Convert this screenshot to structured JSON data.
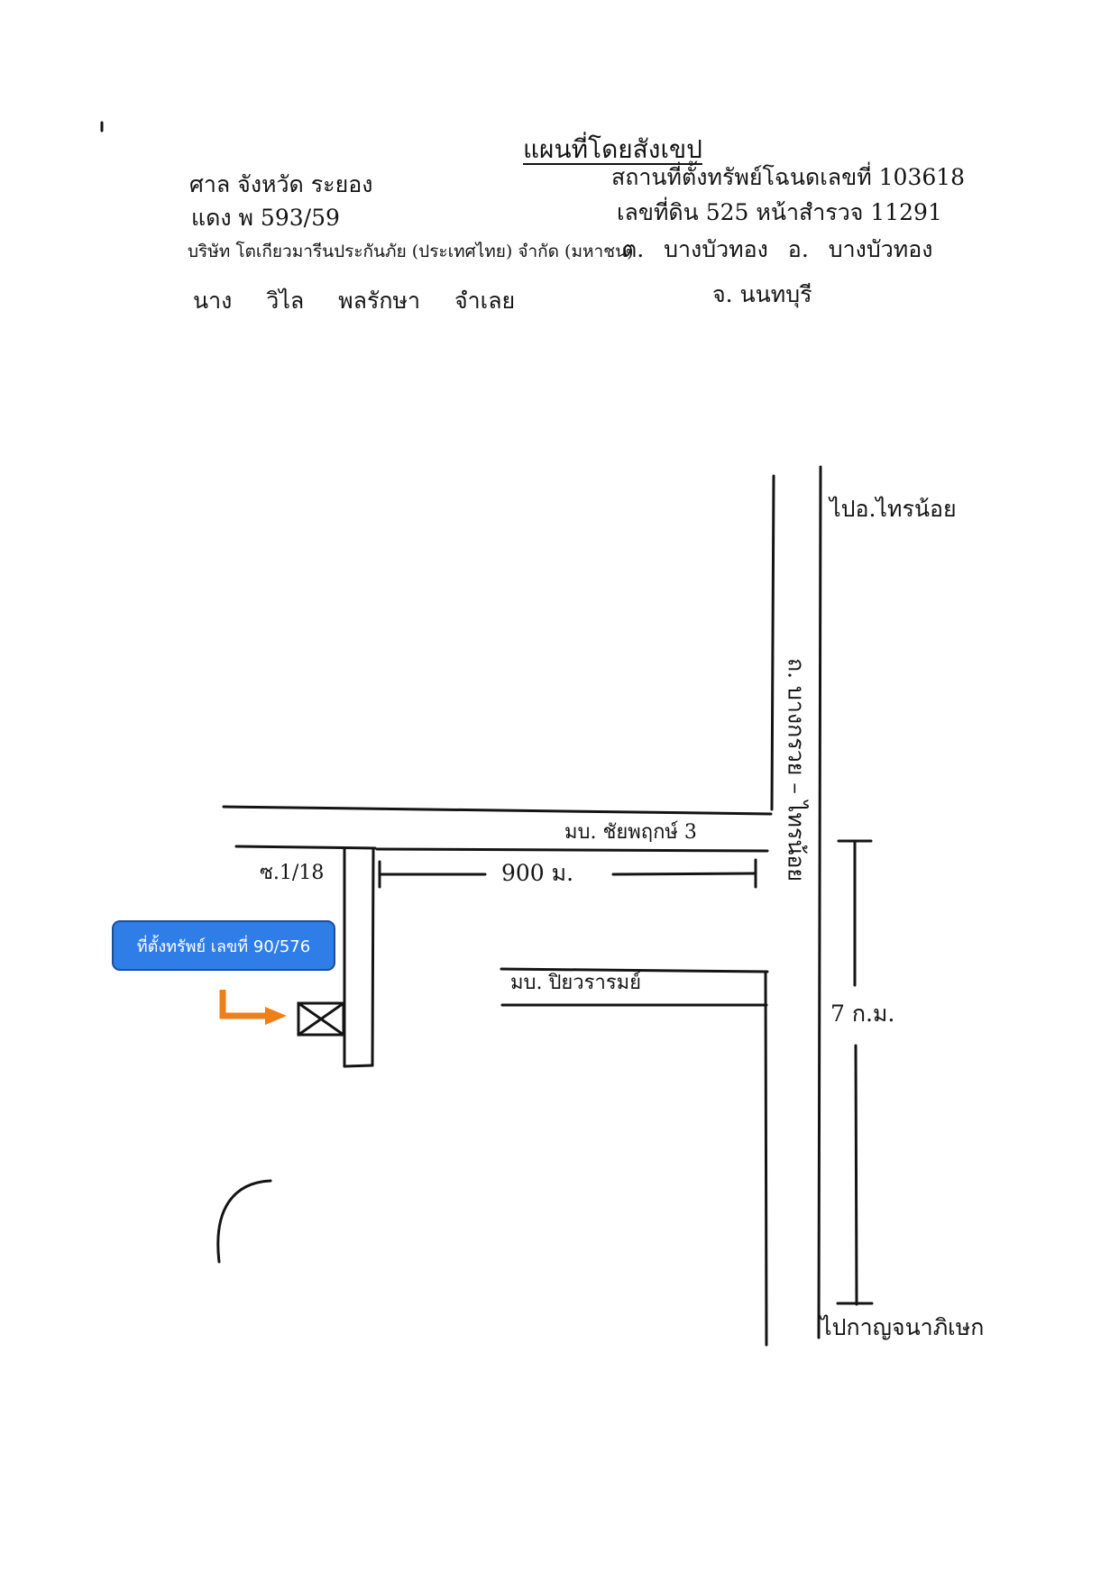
{
  "map_title": "แผนที่โดยสังเขป",
  "header_left": {
    "court": "ศาล จังหวัด ระยอง",
    "case_number": "แดง พ 593/59",
    "plaintiff": "บริษัท โตเกียวมารีนประกันภัย (ประเทศไทย) จำกัด (มหาชน)",
    "defendant": "นาง วิไล พลรักษา จำเลย"
  },
  "header_right": {
    "property": "สถานที่ตั้งทรัพย์โฉนดเลขที่ 103618",
    "land": "เลขที่ดิน 525 หน้าสำรวจ 11291",
    "district": "ต. บางบัวทอง อ. บางบัวทอง",
    "province": "จ. นนทบุรี"
  },
  "map_labels": {
    "to_north": "ไปอ.ไทรน้อย",
    "to_south": "ไปกาญจนาภิเษก",
    "main_road": "ถ. บางกรวย – ไทรน้อย",
    "soi": "ซ.1/18",
    "village_1": "มบ. ชัยพฤกษ์ 3",
    "village_2": "มบ. ปิยวรารมย์",
    "dist_soi": "900 ม.",
    "dist_main": "7 ก.ม."
  },
  "property_marker": {
    "label": "ที่ตั้งทรัพย์ เลขที่ 90/576",
    "fill_color": "#2f7de6",
    "arrow_color": "#ef7f1a"
  }
}
